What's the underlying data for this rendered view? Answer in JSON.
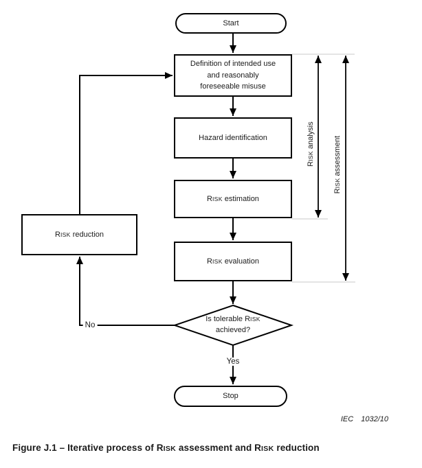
{
  "flowchart": {
    "nodes": {
      "start": "Start",
      "definition": "Definition of intended use and reasonably foreseeable misuse",
      "hazard": "Hazard identification",
      "estimation": "RISK estimation",
      "evaluation": "RISK evaluation",
      "decision": "Is tolerable RISK achieved?",
      "reduction": "RISK reduction",
      "stop": "Stop"
    },
    "branch_labels": {
      "yes": "Yes",
      "no": "No"
    },
    "span_labels": {
      "analysis": "RISK analysis",
      "assessment": "RISK assessment"
    },
    "colors": {
      "line": "#000000",
      "guide": "#c9c9c9",
      "text": "#1a1a1a",
      "background": "#ffffff"
    }
  },
  "footer": {
    "reference": "IEC 1032/10",
    "caption": "Figure J.1 – Iterative process of RISK assessment and RISK reduction"
  }
}
